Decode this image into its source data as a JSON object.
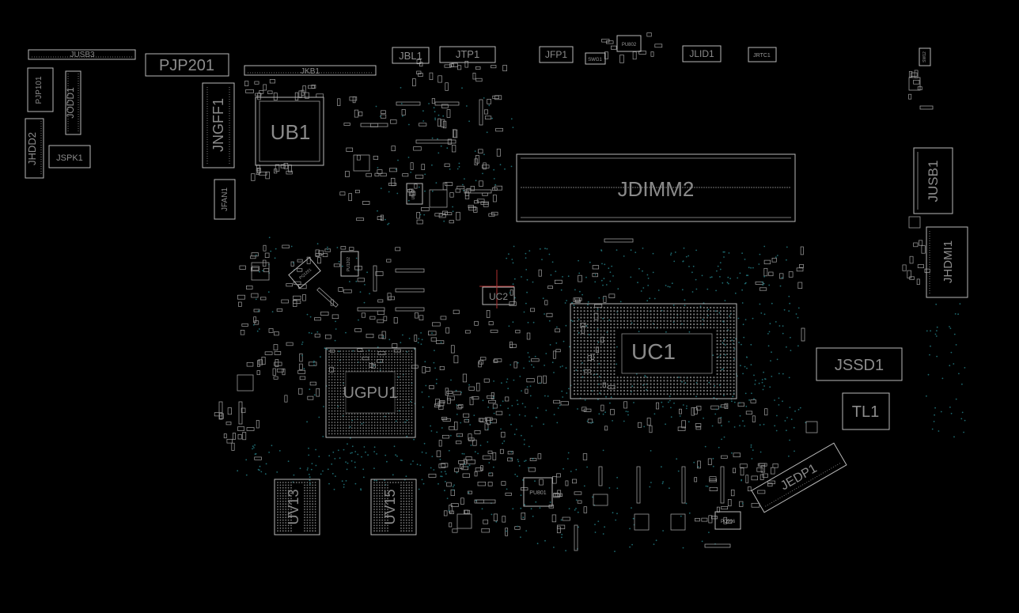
{
  "board": {
    "background": "#000000",
    "outline_color": "#b8b8b8",
    "via_color": "#1e6a70",
    "label_color": "#8c8c8c"
  },
  "components": {
    "JUSB3": "JUSB3",
    "PJP201": "PJP201",
    "JKB1": "JKB1",
    "JBL1": "JBL1",
    "JTP1": "JTP1",
    "JFP1": "JFP1",
    "SWG1": "SWG1",
    "PU802": "PU802",
    "JLID1": "JLID1",
    "JRTC1": "JRTC1",
    "SW12": "SW12",
    "PJP101": "PJP101",
    "JODD1": "JODD1",
    "JHDD2": "JHDD2",
    "JSPK1": "JSPK1",
    "JNGFF1": "JNGFF1",
    "UB1": "UB1",
    "JFAN1": "JFAN1",
    "JDIMM2": "JDIMM2",
    "JUSB1": "JUSB1",
    "JHDMI1": "JHDMI1",
    "UC2": "UC2",
    "UC1": "UC1",
    "UGPU1": "UGPU1",
    "JSSD1": "JSSD1",
    "TL1": "TL1",
    "JEDP1": "JEDP1",
    "UV13": "UV13",
    "UV15": "UV15",
    "PU801": "PU801",
    "PC906": "PC906",
    "PQ1201": "PQ1201",
    "PU1202": "PU1202",
    "UN12": "UN12"
  }
}
